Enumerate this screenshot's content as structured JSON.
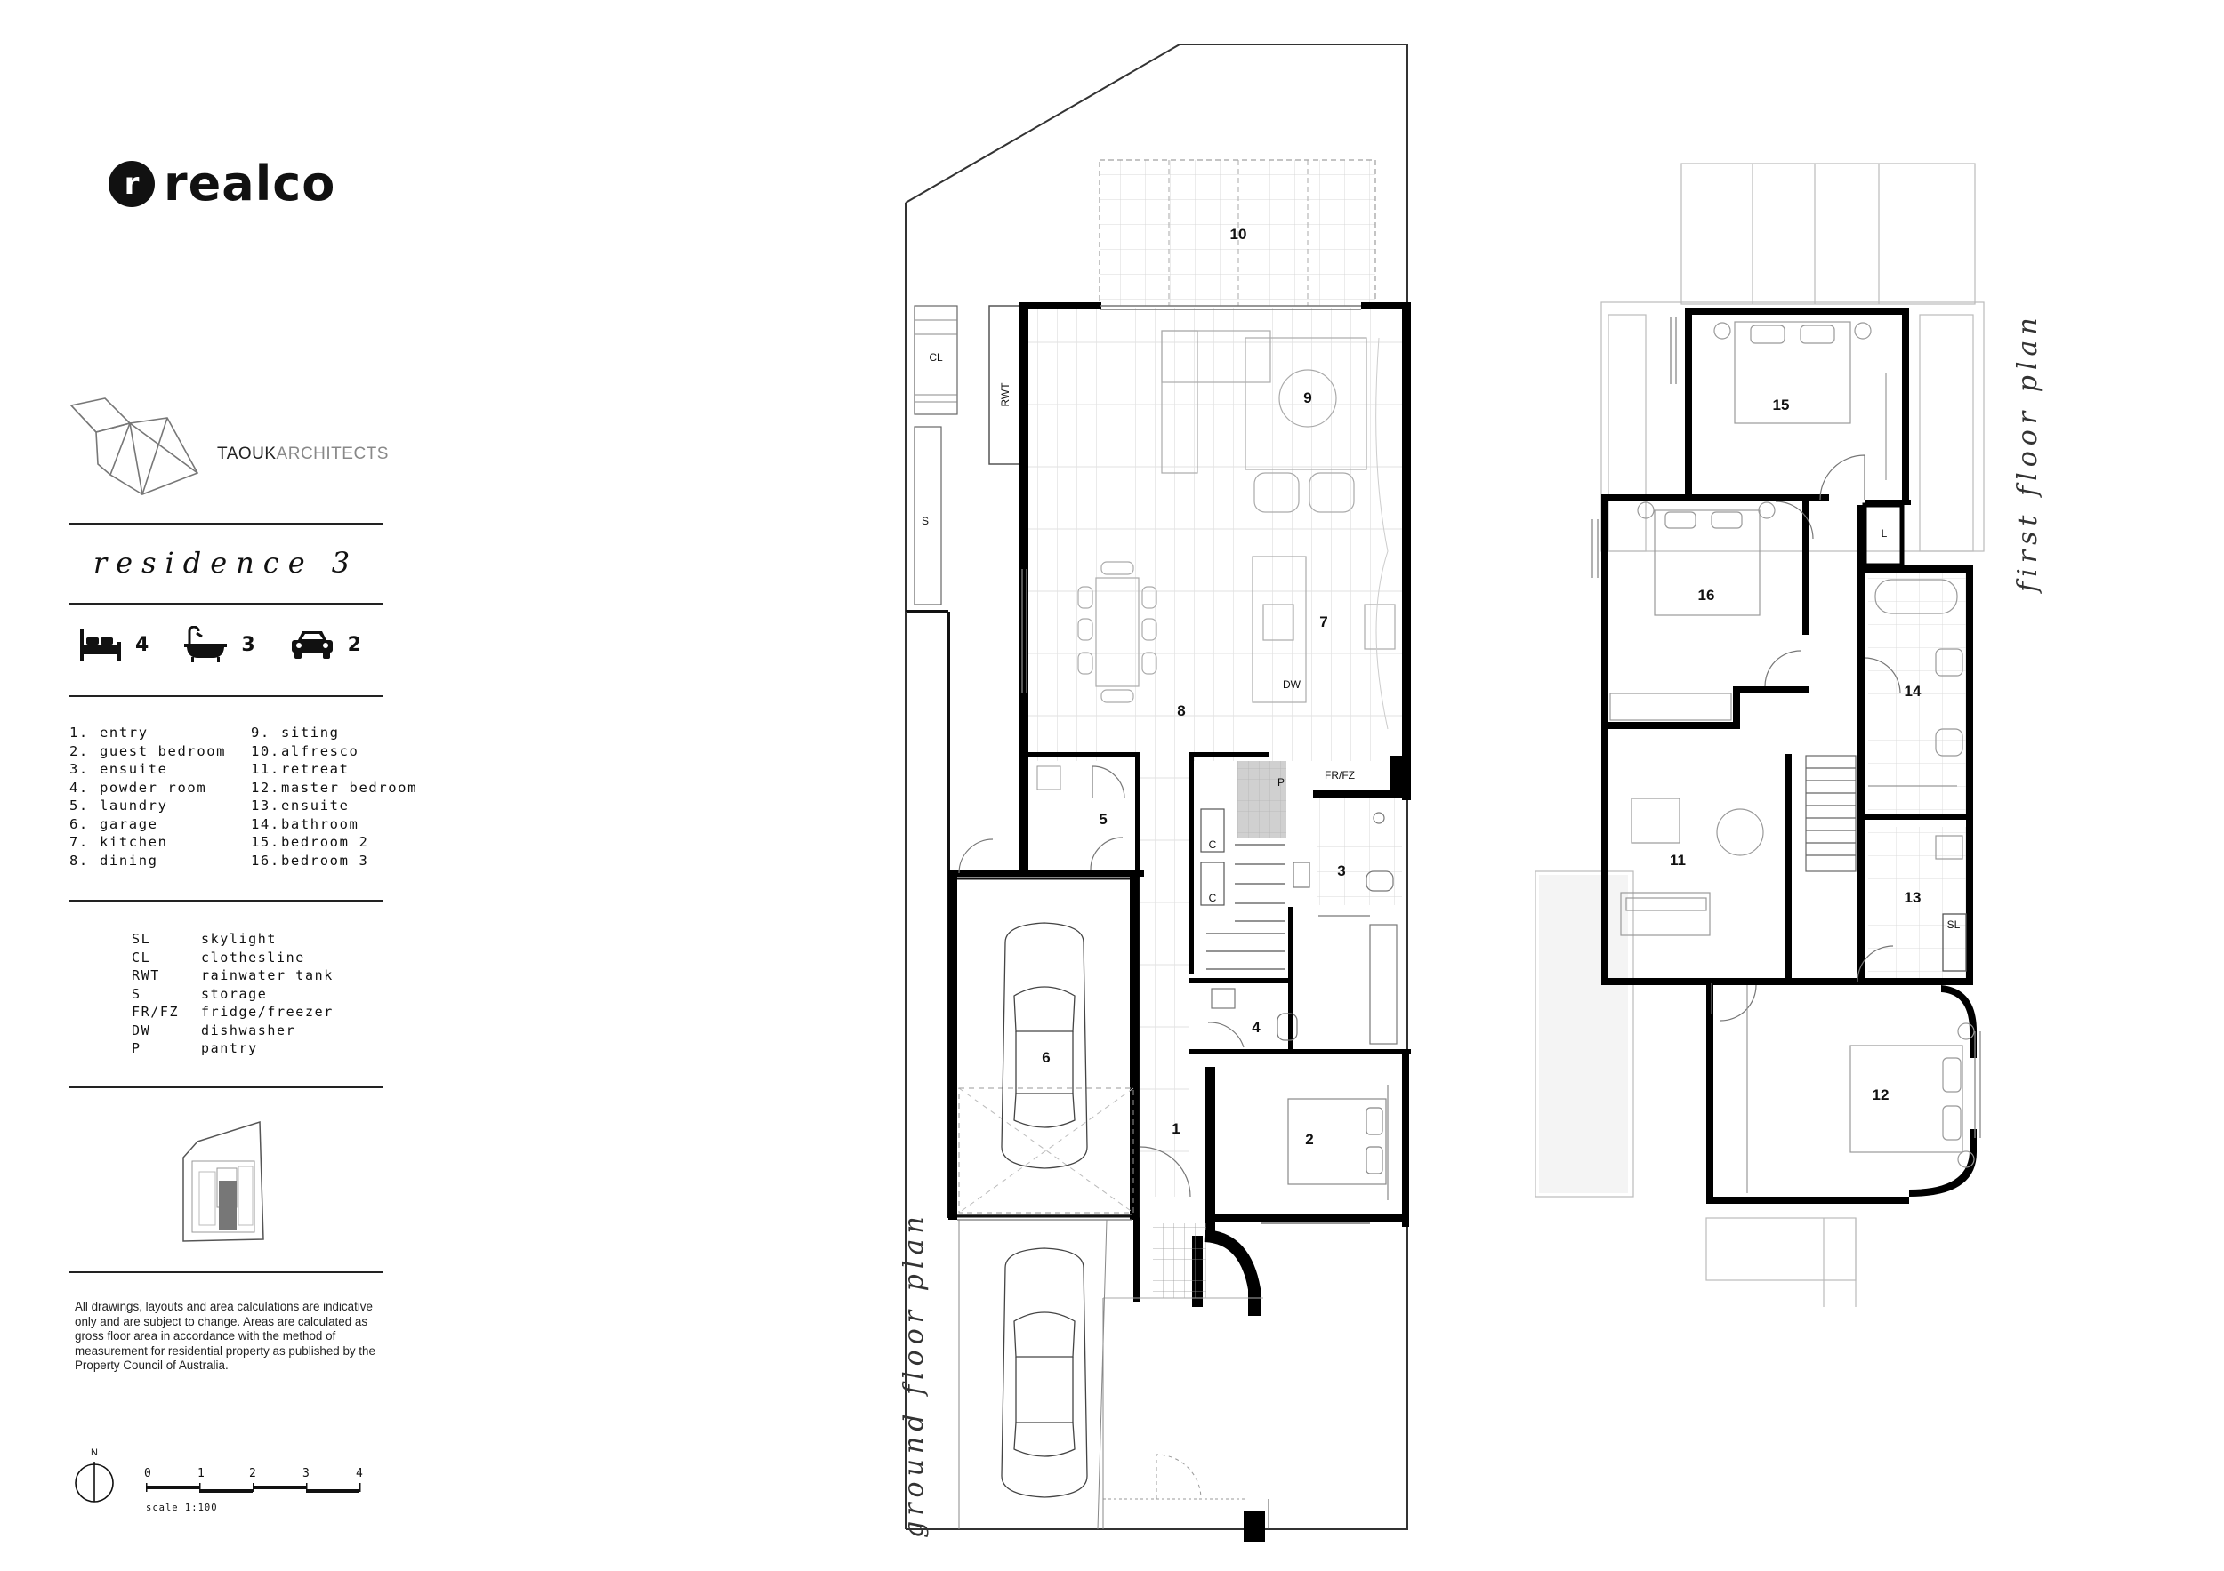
{
  "brand": {
    "logo_mark": "r",
    "name": "realco"
  },
  "architect": {
    "name_strong": "TAOUK",
    "name_light": "ARCHITECTS"
  },
  "residence_title": "residence 3",
  "stats": {
    "bedrooms": "4",
    "bathrooms": "3",
    "cars": "2"
  },
  "legend": [
    {
      "n": "1.",
      "t": "entry"
    },
    {
      "n": "2.",
      "t": "guest bedroom"
    },
    {
      "n": "3.",
      "t": "ensuite"
    },
    {
      "n": "4.",
      "t": "powder room"
    },
    {
      "n": "5.",
      "t": "laundry"
    },
    {
      "n": "6.",
      "t": "garage"
    },
    {
      "n": "7.",
      "t": "kitchen"
    },
    {
      "n": "8.",
      "t": "dining"
    },
    {
      "n": "9.",
      "t": "siting"
    },
    {
      "n": "10.",
      "t": "alfresco"
    },
    {
      "n": "11.",
      "t": "retreat"
    },
    {
      "n": "12.",
      "t": "master bedroom"
    },
    {
      "n": "13.",
      "t": "ensuite"
    },
    {
      "n": "14.",
      "t": "bathroom"
    },
    {
      "n": "15.",
      "t": "bedroom 2"
    },
    {
      "n": "16.",
      "t": "bedroom 3"
    }
  ],
  "abbreviations": [
    {
      "c": "SL",
      "t": "skylight"
    },
    {
      "c": "CL",
      "t": "clothesline"
    },
    {
      "c": "RWT",
      "t": "rainwater tank"
    },
    {
      "c": "S",
      "t": "storage"
    },
    {
      "c": "FR/FZ",
      "t": "fridge/freezer"
    },
    {
      "c": "DW",
      "t": "dishwasher"
    },
    {
      "c": "P",
      "t": "pantry"
    }
  ],
  "disclaimer": "All drawings, layouts and area calculations are indicative only and are subject to change. Areas are calculated as gross floor area in accordance with the method of measurement for residential property as published by the Property Council of Australia.",
  "north_label": "N",
  "scale": {
    "ticks": [
      "0",
      "1",
      "2",
      "3",
      "4"
    ],
    "label": "scale 1:100"
  },
  "ground_floor": {
    "title": "ground floor plan",
    "rooms": {
      "r1": "1",
      "r2": "2",
      "r3": "3",
      "r4": "4",
      "r5": "5",
      "r6": "6",
      "r7": "7",
      "r8": "8",
      "r9": "9",
      "r10": "10"
    },
    "tags": {
      "cl": "CL",
      "s": "S",
      "rwt": "RWT",
      "dw": "DW",
      "p": "P",
      "frfz": "FR/FZ",
      "c1": "C",
      "c2": "C"
    }
  },
  "first_floor": {
    "title": "first floor plan",
    "rooms": {
      "r11": "11",
      "r12": "12",
      "r13": "13",
      "r14": "14",
      "r15": "15",
      "r16": "16"
    },
    "tags": {
      "l": "L",
      "sl": "SL"
    }
  },
  "colors": {
    "ink": "#111111",
    "wall": "#000000",
    "hatch": "#e6e6e6",
    "muted": "#888888"
  }
}
